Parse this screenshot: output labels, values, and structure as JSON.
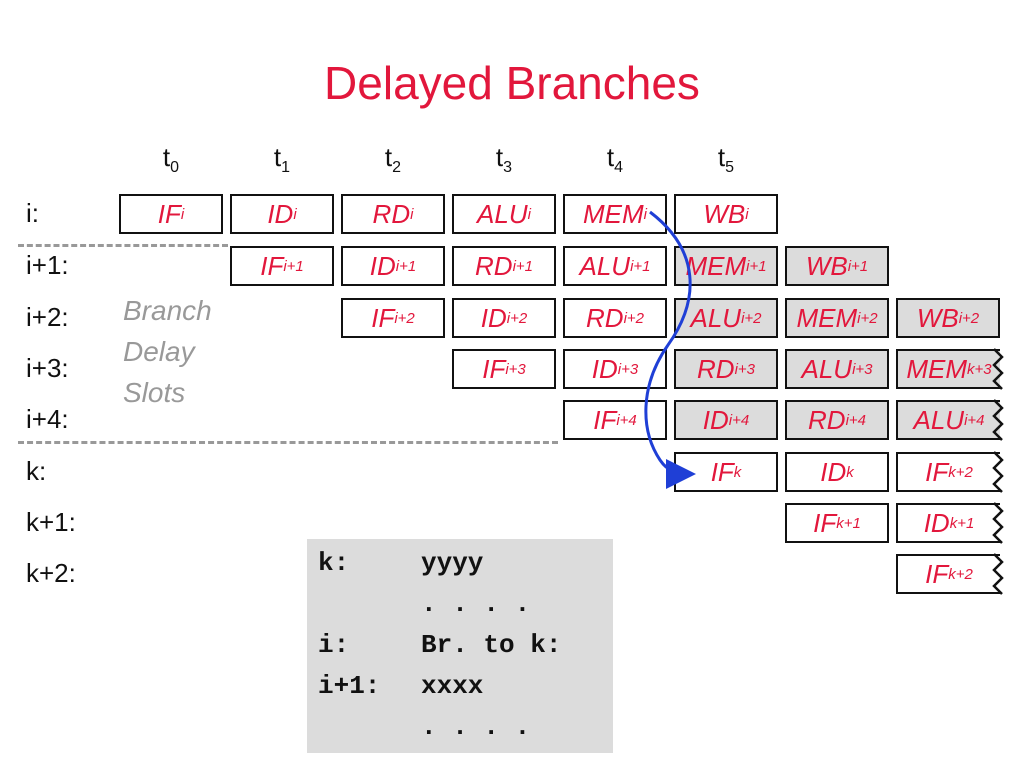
{
  "title": "Delayed Branches",
  "colors": {
    "title": "#e2173c",
    "stage_text": "#e2173c",
    "shaded_cell": "#dcdcdc",
    "arrow": "#1f3fd6",
    "slots_text": "#999999"
  },
  "times": [
    {
      "base": "t",
      "sub": "0"
    },
    {
      "base": "t",
      "sub": "1"
    },
    {
      "base": "t",
      "sub": "2"
    },
    {
      "base": "t",
      "sub": "3"
    },
    {
      "base": "t",
      "sub": "4"
    },
    {
      "base": "t",
      "sub": "5"
    }
  ],
  "rows": [
    {
      "label": "i:",
      "stages": [
        {
          "base": "IF",
          "sub": "i"
        },
        {
          "base": "ID",
          "sub": "i"
        },
        {
          "base": "RD",
          "sub": "i"
        },
        {
          "base": "ALU",
          "sub": "i"
        },
        {
          "base": "MEM",
          "sub": "i"
        },
        {
          "base": "WB",
          "sub": "i"
        }
      ]
    },
    {
      "label": "i+1:",
      "stages": [
        {
          "base": "IF",
          "sub": "i+1"
        },
        {
          "base": "ID",
          "sub": "i+1"
        },
        {
          "base": "RD",
          "sub": "i+1"
        },
        {
          "base": "ALU",
          "sub": "i+1"
        },
        {
          "base": "MEM",
          "sub": "i+1",
          "shaded": true
        },
        {
          "base": "WB",
          "sub": "i+1",
          "shaded": true
        }
      ]
    },
    {
      "label": "i+2:",
      "stages": [
        {
          "base": "IF",
          "sub": "i+2"
        },
        {
          "base": "ID",
          "sub": "i+2"
        },
        {
          "base": "RD",
          "sub": "i+2"
        },
        {
          "base": "ALU",
          "sub": "i+2",
          "shaded": true
        },
        {
          "base": "MEM",
          "sub": "i+2",
          "shaded": true
        },
        {
          "base": "WB",
          "sub": "i+2",
          "shaded": true
        }
      ]
    },
    {
      "label": "i+3:",
      "stages": [
        {
          "base": "IF",
          "sub": "i+3"
        },
        {
          "base": "ID",
          "sub": "i+3"
        },
        {
          "base": "RD",
          "sub": "i+3",
          "shaded": true
        },
        {
          "base": "ALU",
          "sub": "i+3",
          "shaded": true
        },
        {
          "base": "MEM",
          "sub": "k+3",
          "shaded": true,
          "torn": true
        }
      ]
    },
    {
      "label": "i+4:",
      "stages": [
        {
          "base": "IF",
          "sub": "i+4"
        },
        {
          "base": "ID",
          "sub": "i+4",
          "shaded": true
        },
        {
          "base": "RD",
          "sub": "i+4",
          "shaded": true
        },
        {
          "base": "ALU",
          "sub": "i+4",
          "shaded": true,
          "torn": true
        }
      ]
    },
    {
      "label": "k:",
      "stages": [
        {
          "base": "IF",
          "sub": "k"
        },
        {
          "base": "ID",
          "sub": "k"
        },
        {
          "base": "IF",
          "sub": "k+2",
          "torn": true
        }
      ]
    },
    {
      "label": "k+1:",
      "stages": [
        {
          "base": "IF",
          "sub": "k+1"
        },
        {
          "base": "ID",
          "sub": "k+1",
          "torn": true
        }
      ]
    },
    {
      "label": "k+2:",
      "stages": [
        {
          "base": "IF",
          "sub": "k+2",
          "torn": true
        }
      ]
    }
  ],
  "delay_slots_label": [
    "Branch",
    "Delay",
    "Slots"
  ],
  "code": [
    {
      "label": "k:",
      "text": "yyyy"
    },
    {
      "label": "",
      "text": ". . . ."
    },
    {
      "label": "i:",
      "text": "Br. to k:"
    },
    {
      "label": "i+1:",
      "text": "xxxx"
    },
    {
      "label": "",
      "text": ". . . ."
    }
  ]
}
